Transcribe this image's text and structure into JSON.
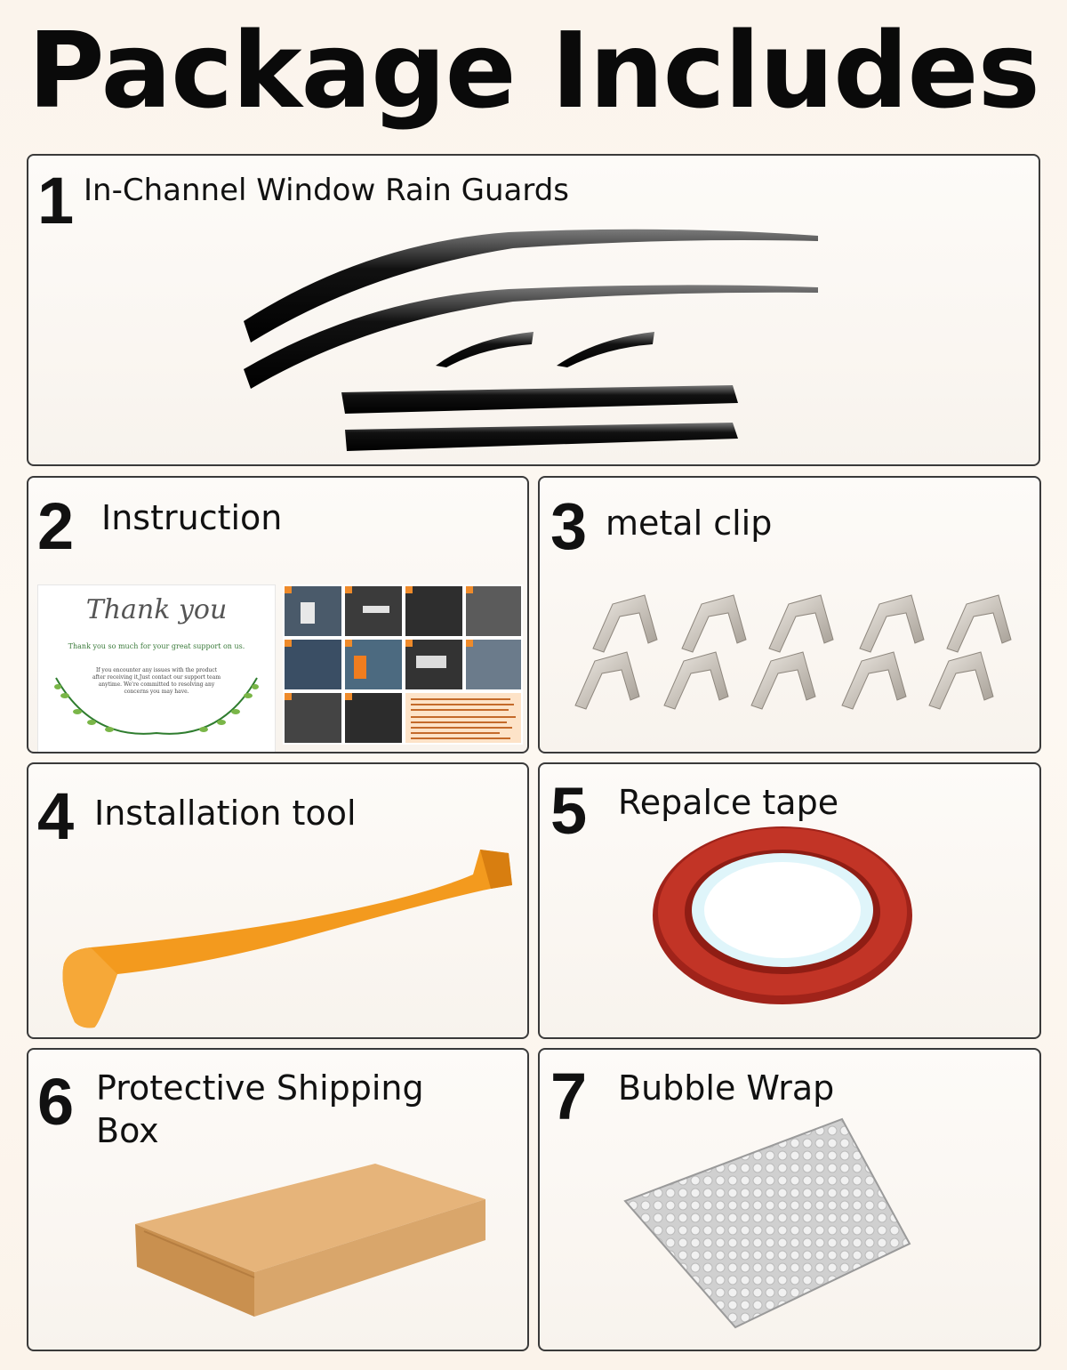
{
  "header": {
    "title": "Package Includes"
  },
  "panels": [
    {
      "num": "1",
      "label": "In-Channel Window Rain Guards"
    },
    {
      "num": "2",
      "label": "Instruction"
    },
    {
      "num": "3",
      "label": "metal clip"
    },
    {
      "num": "4",
      "label": "Installation  tool"
    },
    {
      "num": "5",
      "label": "Repalce tape"
    },
    {
      "num": "6",
      "label": "Protective Shipping Box"
    },
    {
      "num": "7",
      "label": "Bubble Wrap"
    }
  ],
  "thank_card": {
    "title": "Thank you",
    "subtitle": "Thank you so much for your great support on us.",
    "body": "If you encounter any issues with the product after receiving it,Just contact our support team anytime. We're committed to resolving any concerns you may have."
  },
  "colors": {
    "tool_orange": "#f39a1e",
    "tape_red": "#b0251a",
    "box_kraft": "#d9a66b",
    "guard_black": "#0e0e0e",
    "step_badge": "#ee8a2a"
  }
}
